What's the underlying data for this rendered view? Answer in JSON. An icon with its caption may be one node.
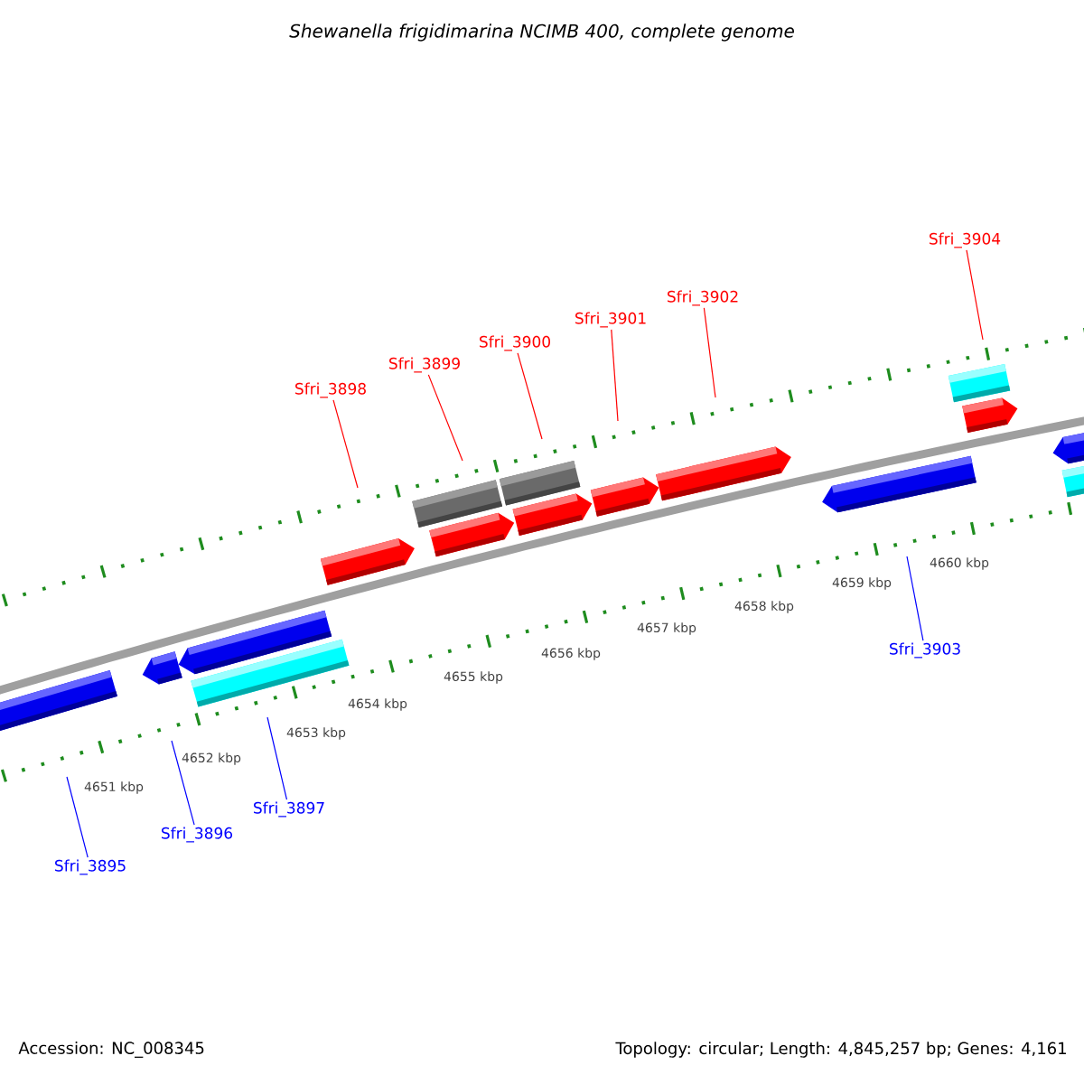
{
  "diagram": {
    "title": "Shewanella frigidimarina NCIMB 400, complete genome",
    "nodes": [
      {
        "text": [
          "Sfri_3904"
        ]
      },
      {
        "text": [
          "Sfri_3902"
        ]
      },
      {
        "text": [
          "Sfri_3901"
        ]
      },
      {
        "text": [
          "Sfri_3900"
        ]
      },
      {
        "text": [
          "Sfri_3899"
        ]
      },
      {
        "text": [
          "Sfri_3898"
        ]
      },
      {
        "text": [
          "Sfri_3903"
        ]
      },
      {
        "text": [
          "Sfri_3897"
        ]
      },
      {
        "text": [
          "Sfri_3896"
        ]
      },
      {
        "text": [
          "Sfri_3895"
        ]
      }
    ],
    "edges": [
      {
        "from": 0,
        "to": null,
        "arrow": "none"
      },
      {
        "from": 1,
        "to": null,
        "arrow": "none"
      },
      {
        "from": 2,
        "to": null,
        "arrow": "none"
      },
      {
        "from": 3,
        "to": null,
        "arrow": "none"
      },
      {
        "from": 4,
        "to": null,
        "arrow": "none"
      },
      {
        "from": 5,
        "to": null,
        "arrow": "none"
      },
      {
        "from": 6,
        "to": null,
        "arrow": "none",
        "color": "#0000ff"
      },
      {
        "from": 7,
        "to": null,
        "arrow": "none",
        "color": "#0000ff"
      },
      {
        "from": 8,
        "to": null,
        "arrow": "none",
        "color": "#0000ff"
      },
      {
        "from": 9,
        "to": null,
        "arrow": "none",
        "color": "#0000ff"
      }
    ],
    "labels": [
      "4651 kbp",
      "4652 kbp",
      "4653 kbp",
      "4654 kbp",
      "4655 kbp",
      "4656 kbp",
      "4657 kbp",
      "4658 kbp",
      "4659 kbp",
      "4660 kbp",
      "Accession: NC_008345",
      "Topology: circular; Length: 4,845,257 bp; Genes: 4,161"
    ]
  }
}
